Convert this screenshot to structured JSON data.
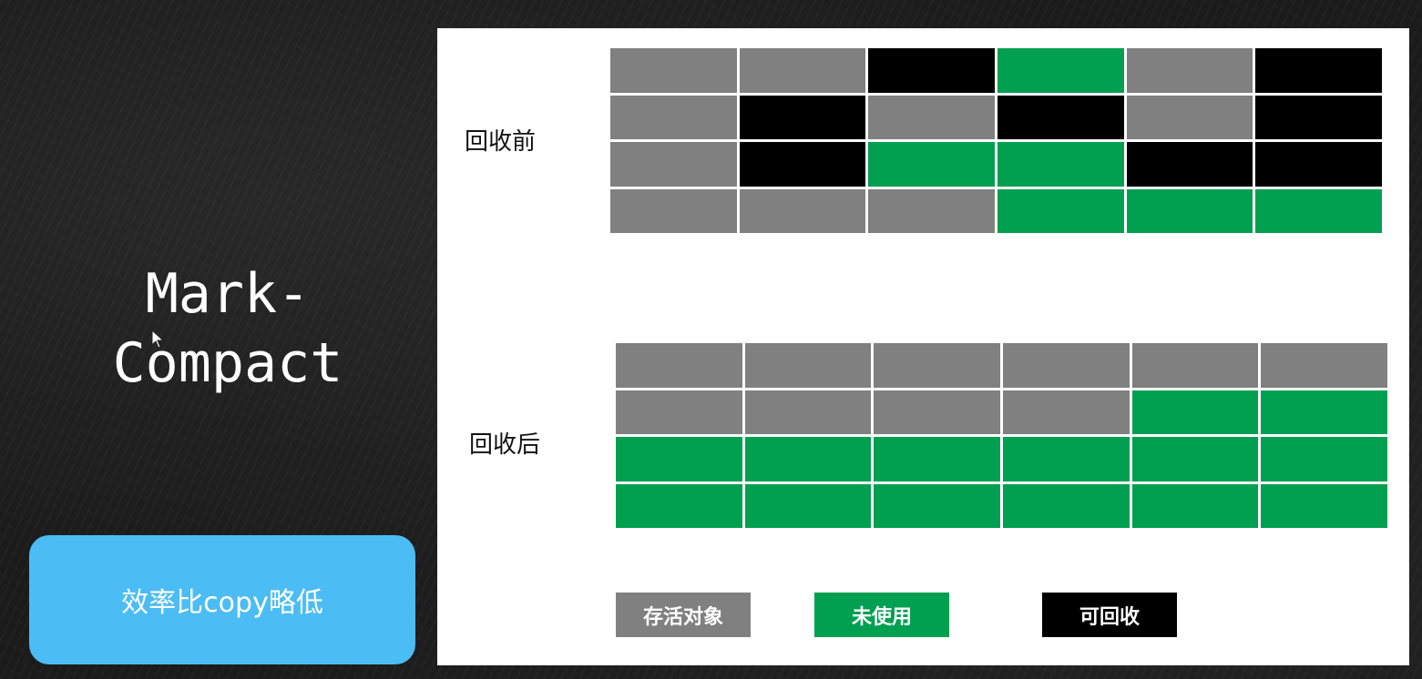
{
  "slide": {
    "title_line1": "Mark-",
    "title_line2": "Compact",
    "note": "效率比copy略低"
  },
  "diagram": {
    "before_label": "回收前",
    "after_label": "回收后",
    "before_grid": [
      [
        "live",
        "live",
        "reclaim",
        "unused",
        "live",
        "reclaim"
      ],
      [
        "live",
        "reclaim",
        "live",
        "reclaim",
        "live",
        "reclaim"
      ],
      [
        "live",
        "reclaim",
        "unused",
        "unused",
        "reclaim",
        "reclaim"
      ],
      [
        "live",
        "live",
        "live",
        "unused",
        "unused",
        "unused"
      ]
    ],
    "after_grid": [
      [
        "live",
        "live",
        "live",
        "live",
        "live",
        "live"
      ],
      [
        "live",
        "live",
        "live",
        "live",
        "unused",
        "unused"
      ],
      [
        "unused",
        "unused",
        "unused",
        "unused",
        "unused",
        "unused"
      ],
      [
        "unused",
        "unused",
        "unused",
        "unused",
        "unused",
        "unused"
      ]
    ]
  },
  "legend": {
    "live": "存活对象",
    "unused": "未使用",
    "reclaim": "可回收"
  },
  "colors": {
    "live": "#808080",
    "unused": "#00a050",
    "reclaim": "#000000",
    "note_bg": "#4cbcf5",
    "panel_bg": "#ffffff"
  },
  "icons": {
    "cursor": "mouse-pointer-icon"
  }
}
